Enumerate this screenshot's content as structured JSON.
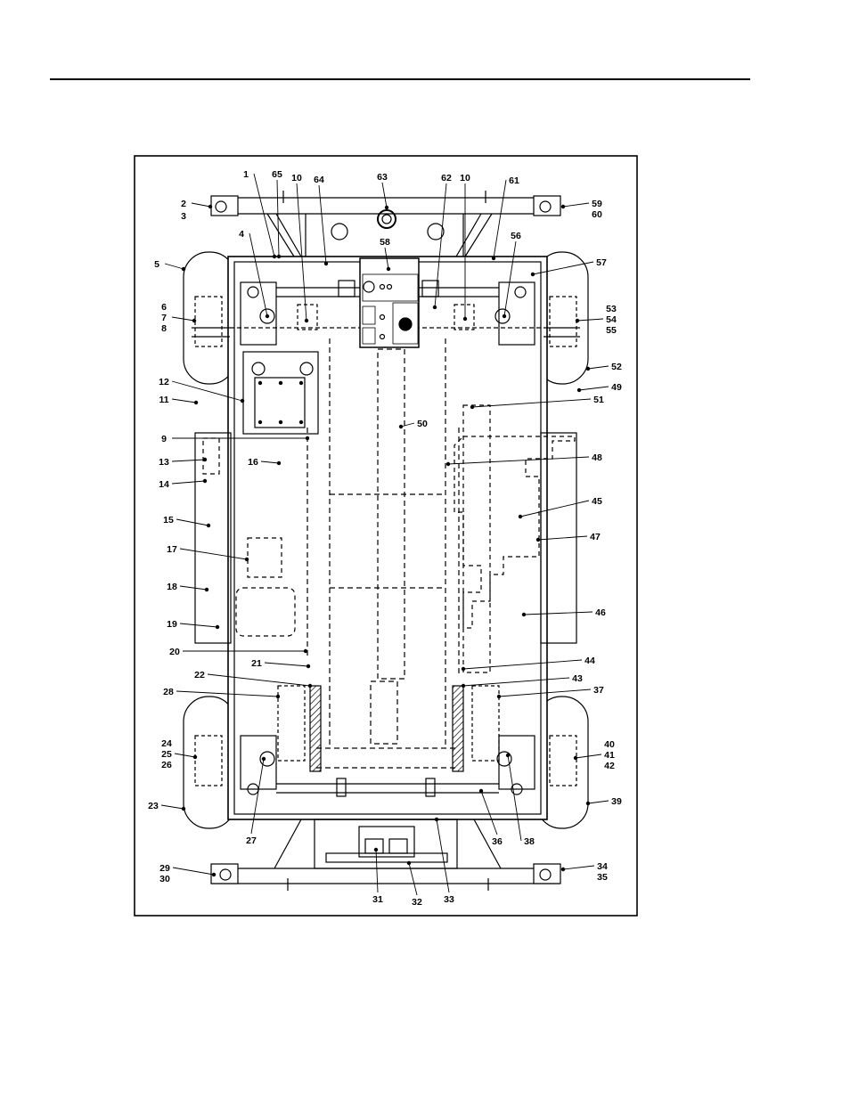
{
  "figure": {
    "callouts": [
      {
        "n": "1"
      },
      {
        "n": "2"
      },
      {
        "n": "3"
      },
      {
        "n": "4"
      },
      {
        "n": "5"
      },
      {
        "n": "6"
      },
      {
        "n": "7"
      },
      {
        "n": "8"
      },
      {
        "n": "9"
      },
      {
        "n": "10"
      },
      {
        "n": "10"
      },
      {
        "n": "11"
      },
      {
        "n": "12"
      },
      {
        "n": "13"
      },
      {
        "n": "14"
      },
      {
        "n": "15"
      },
      {
        "n": "16"
      },
      {
        "n": "17"
      },
      {
        "n": "18"
      },
      {
        "n": "19"
      },
      {
        "n": "20"
      },
      {
        "n": "21"
      },
      {
        "n": "22"
      },
      {
        "n": "23"
      },
      {
        "n": "24"
      },
      {
        "n": "25"
      },
      {
        "n": "26"
      },
      {
        "n": "27"
      },
      {
        "n": "28"
      },
      {
        "n": "29"
      },
      {
        "n": "30"
      },
      {
        "n": "31"
      },
      {
        "n": "32"
      },
      {
        "n": "33"
      },
      {
        "n": "34"
      },
      {
        "n": "35"
      },
      {
        "n": "36"
      },
      {
        "n": "37"
      },
      {
        "n": "38"
      },
      {
        "n": "39"
      },
      {
        "n": "40"
      },
      {
        "n": "41"
      },
      {
        "n": "42"
      },
      {
        "n": "43"
      },
      {
        "n": "44"
      },
      {
        "n": "45"
      },
      {
        "n": "46"
      },
      {
        "n": "47"
      },
      {
        "n": "48"
      },
      {
        "n": "49"
      },
      {
        "n": "50"
      },
      {
        "n": "51"
      },
      {
        "n": "52"
      },
      {
        "n": "53"
      },
      {
        "n": "54"
      },
      {
        "n": "55"
      },
      {
        "n": "56"
      },
      {
        "n": "57"
      },
      {
        "n": "58"
      },
      {
        "n": "59"
      },
      {
        "n": "60"
      },
      {
        "n": "61"
      },
      {
        "n": "62"
      },
      {
        "n": "63"
      },
      {
        "n": "64"
      },
      {
        "n": "65"
      }
    ]
  }
}
